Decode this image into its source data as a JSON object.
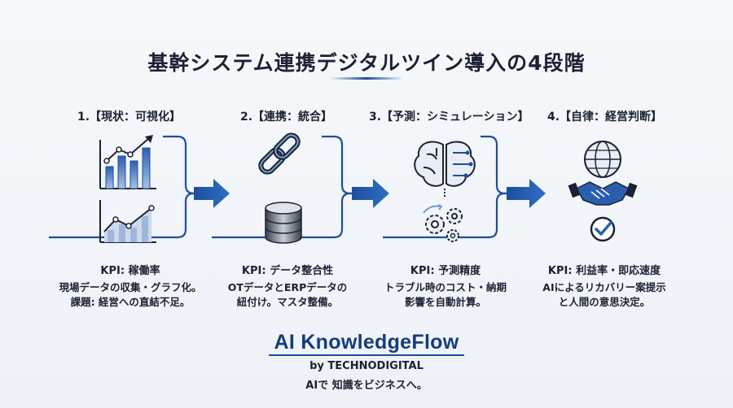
{
  "title": "基幹システム連携デジタルツイン導入の4段階",
  "steps": [
    {
      "heading": "1.【現状：可視化】",
      "kpi": "KPI: 稼働率",
      "line1": "現場データの収集・グラフ化。",
      "line2": "課題: 経営への直結不足。",
      "icons": [
        "line-bar-chart-icon",
        "area-line-chart-icon"
      ]
    },
    {
      "heading": "2.【連携：統合】",
      "kpi": "KPI: データ整合性",
      "line1": "OTデータとERPデータの",
      "line2": "紐付け。マスタ整備。",
      "icons": [
        "chain-link-icon",
        "database-icon"
      ]
    },
    {
      "heading": "3.【予測：シミュレーション】",
      "kpi": "KPI: 予測精度",
      "line1": "トラブル時のコスト・納期",
      "line2": "影響を自動計算。",
      "icons": [
        "ai-brain-icon",
        "gears-icon"
      ]
    },
    {
      "heading": "4.【自律：経営判断】",
      "kpi": "KPI: 利益率・即応速度",
      "line1": "AIによるリカバリー案提示",
      "line2": "と人間の意思決定。",
      "icons": [
        "globe-handshake-icon",
        "checkmark-icon"
      ]
    }
  ],
  "brand": {
    "name": "AI KnowledgeFlow",
    "byline": "by TECHNODIGITAL",
    "tagline": "AIで 知識をビジネスへ。"
  },
  "colors": {
    "accent": "#1e4e9c",
    "accent_light": "#6f9bd8",
    "text": "#1a2233",
    "background": "#f3f6fa"
  }
}
